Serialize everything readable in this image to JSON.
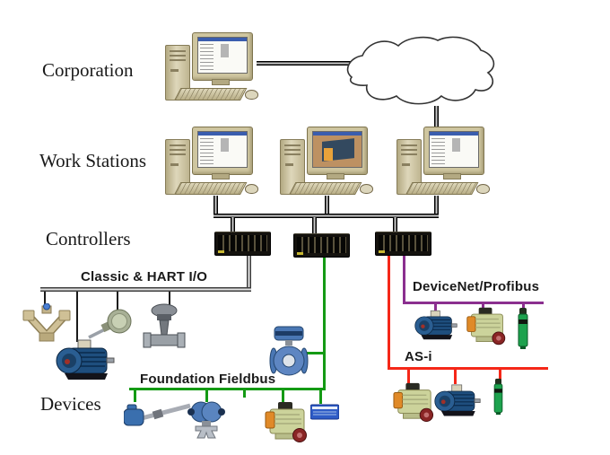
{
  "diagram": {
    "levels": {
      "corporation": "Corporation",
      "workstations": "Work Stations",
      "controllers": "Controllers",
      "devices": "Devices"
    },
    "networks": {
      "classic_hart": {
        "label": "Classic & HART I/O",
        "color": "#3c3c3c"
      },
      "foundation_fieldbus": {
        "label": "Foundation Fieldbus",
        "color": "#149a14"
      },
      "devicenet_profibus": {
        "label": "DeviceNet/Profibus",
        "color": "#8b2f8f"
      },
      "as_i": {
        "label": "AS-i",
        "color": "#f52718"
      }
    },
    "nodes": {
      "cloud": "wide-area-network-cloud",
      "corporation_computers": 1,
      "workstation_computers": 3,
      "controller_modules": 3
    },
    "field_devices": {
      "classic_hart": [
        "coriolis-flow-meter",
        "electric-motor",
        "temperature-transmitter",
        "control-valve"
      ],
      "foundation_fieldbus": [
        "temperature-sensor",
        "pressure-transmitter",
        "magnetic-flowmeter",
        "valve-positioner",
        "io-module"
      ],
      "devicenet_profibus": [
        "electric-motor",
        "valve-positioner",
        "proximity-sensor"
      ],
      "as_i": [
        "valve-positioner",
        "electric-motor",
        "proximity-sensor"
      ]
    }
  }
}
